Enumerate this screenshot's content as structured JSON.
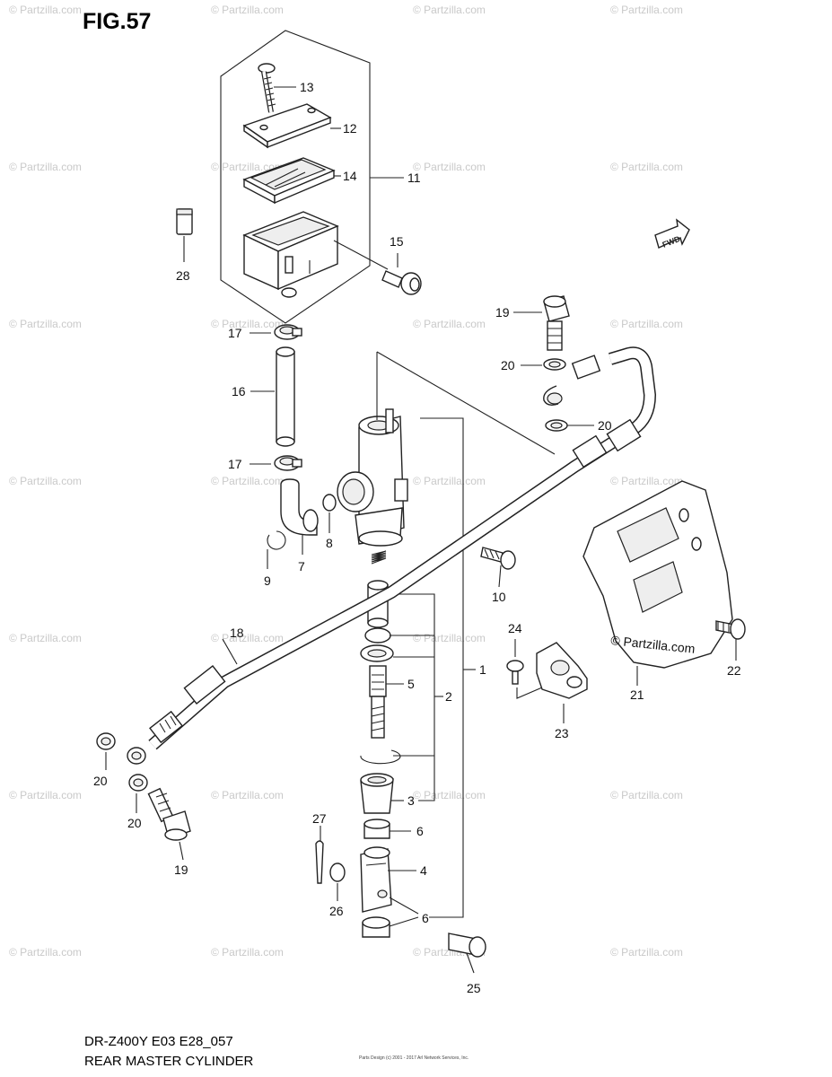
{
  "figure": {
    "title": "FIG.57",
    "model_code": "DR-Z400Y E03 E28_057",
    "caption": "REAR MASTER CYLINDER",
    "watermark": "© Partzilla.com",
    "inline_watermark": "© Partzilla.com",
    "fwd_label": "FWD",
    "small_print": "Parts Design (c) 2001 - 2017 Arl Network Services, Inc."
  },
  "callouts": [
    {
      "id": "c1",
      "text": "1"
    },
    {
      "id": "c2",
      "text": "2"
    },
    {
      "id": "c3",
      "text": "3"
    },
    {
      "id": "c4",
      "text": "4"
    },
    {
      "id": "c5",
      "text": "5"
    },
    {
      "id": "c6a",
      "text": "6"
    },
    {
      "id": "c6b",
      "text": "6"
    },
    {
      "id": "c7",
      "text": "7"
    },
    {
      "id": "c8",
      "text": "8"
    },
    {
      "id": "c9",
      "text": "9"
    },
    {
      "id": "c10",
      "text": "10"
    },
    {
      "id": "c11",
      "text": "11"
    },
    {
      "id": "c12",
      "text": "12"
    },
    {
      "id": "c13",
      "text": "13"
    },
    {
      "id": "c14",
      "text": "14"
    },
    {
      "id": "c15",
      "text": "15"
    },
    {
      "id": "c16",
      "text": "16"
    },
    {
      "id": "c17a",
      "text": "17"
    },
    {
      "id": "c17b",
      "text": "17"
    },
    {
      "id": "c18",
      "text": "18"
    },
    {
      "id": "c19a",
      "text": "19"
    },
    {
      "id": "c19b",
      "text": "19"
    },
    {
      "id": "c20a",
      "text": "20"
    },
    {
      "id": "c20b",
      "text": "20"
    },
    {
      "id": "c20c",
      "text": "20"
    },
    {
      "id": "c20d",
      "text": "20"
    },
    {
      "id": "c21",
      "text": "21"
    },
    {
      "id": "c22",
      "text": "22"
    },
    {
      "id": "c23",
      "text": "23"
    },
    {
      "id": "c24",
      "text": "24"
    },
    {
      "id": "c25",
      "text": "25"
    },
    {
      "id": "c26",
      "text": "26"
    },
    {
      "id": "c27",
      "text": "27"
    },
    {
      "id": "c28",
      "text": "28"
    }
  ]
}
